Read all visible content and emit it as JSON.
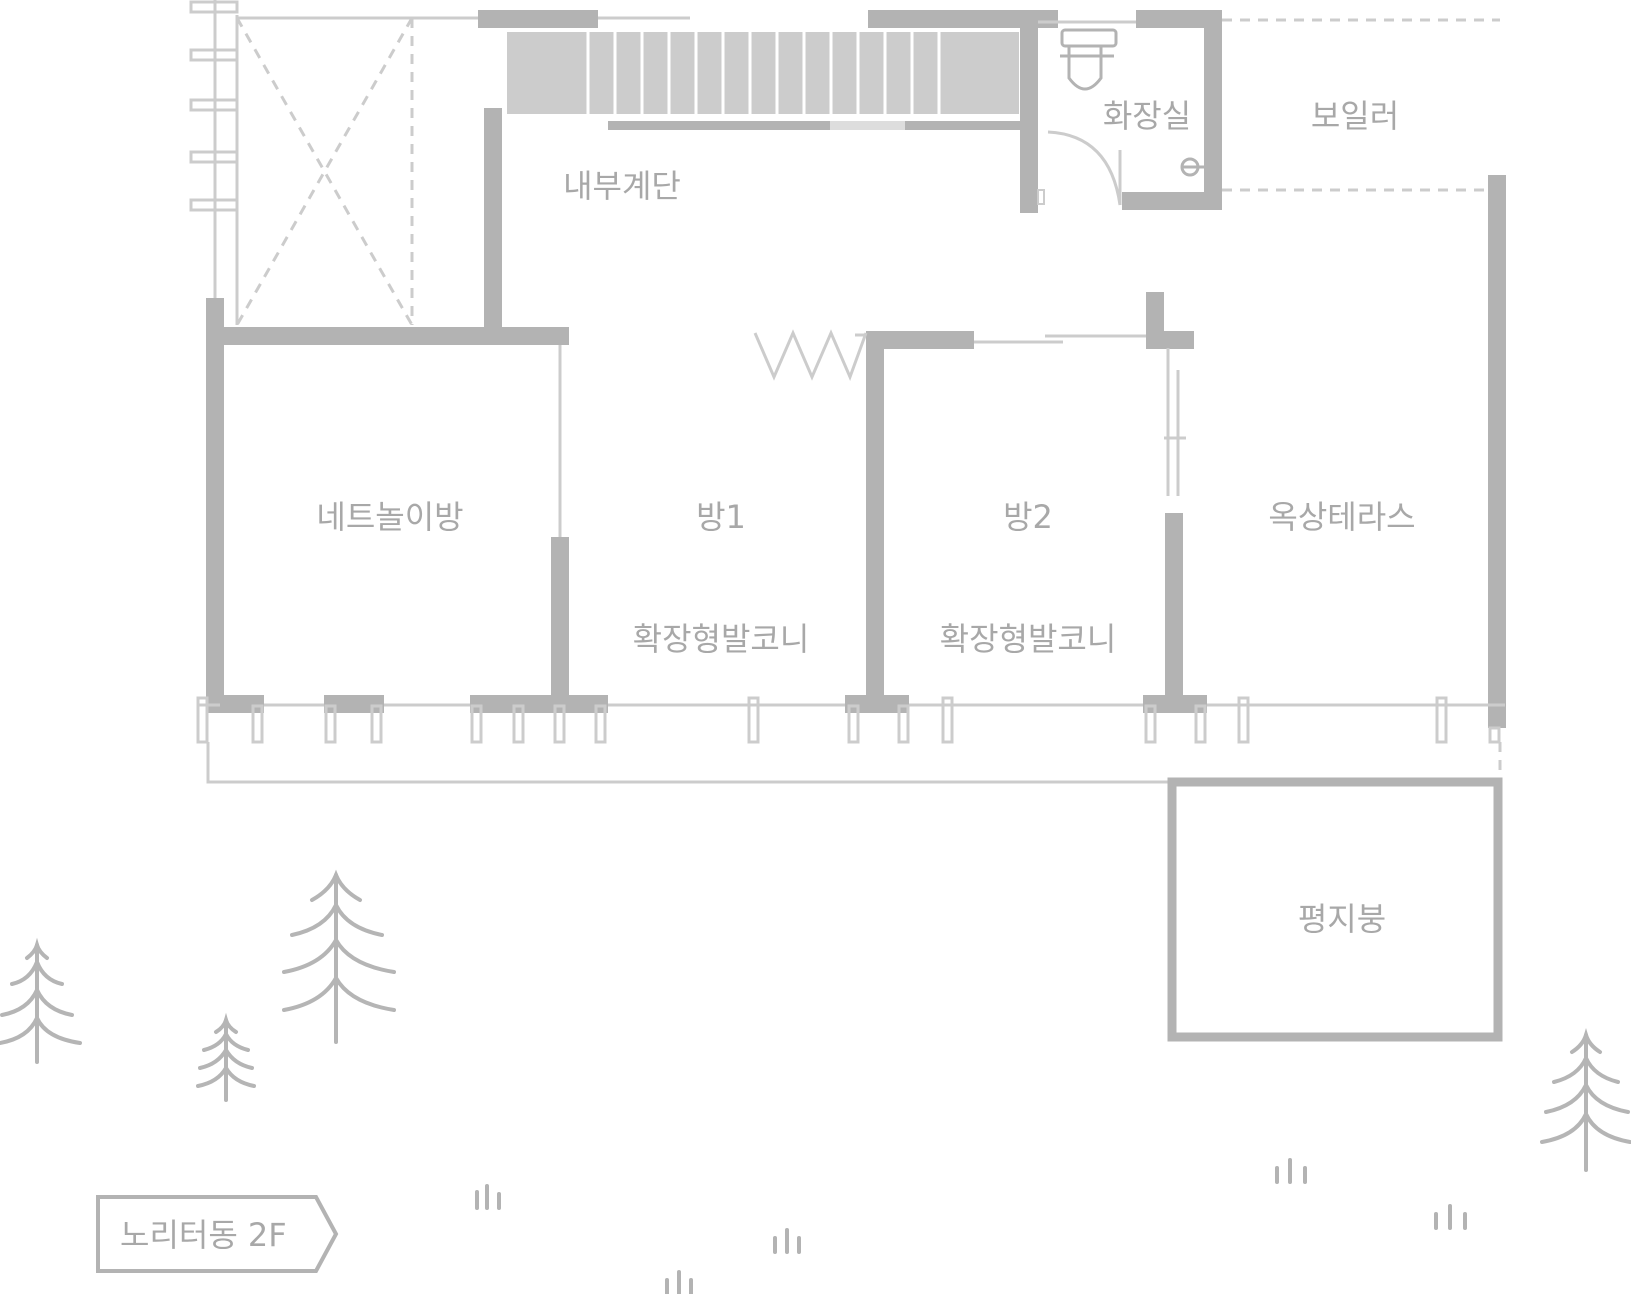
{
  "rooms": {
    "stairs": "내부계단",
    "toilet": "화장실",
    "boiler": "보일러",
    "net_room": "네트놀이방",
    "room1": "방1",
    "room2": "방2",
    "terrace": "옥상테라스",
    "balcony1": "확장형발코니",
    "balcony2": "확장형발코니",
    "flat_roof": "평지붕"
  },
  "floor_tag": "노리터동 2F"
}
